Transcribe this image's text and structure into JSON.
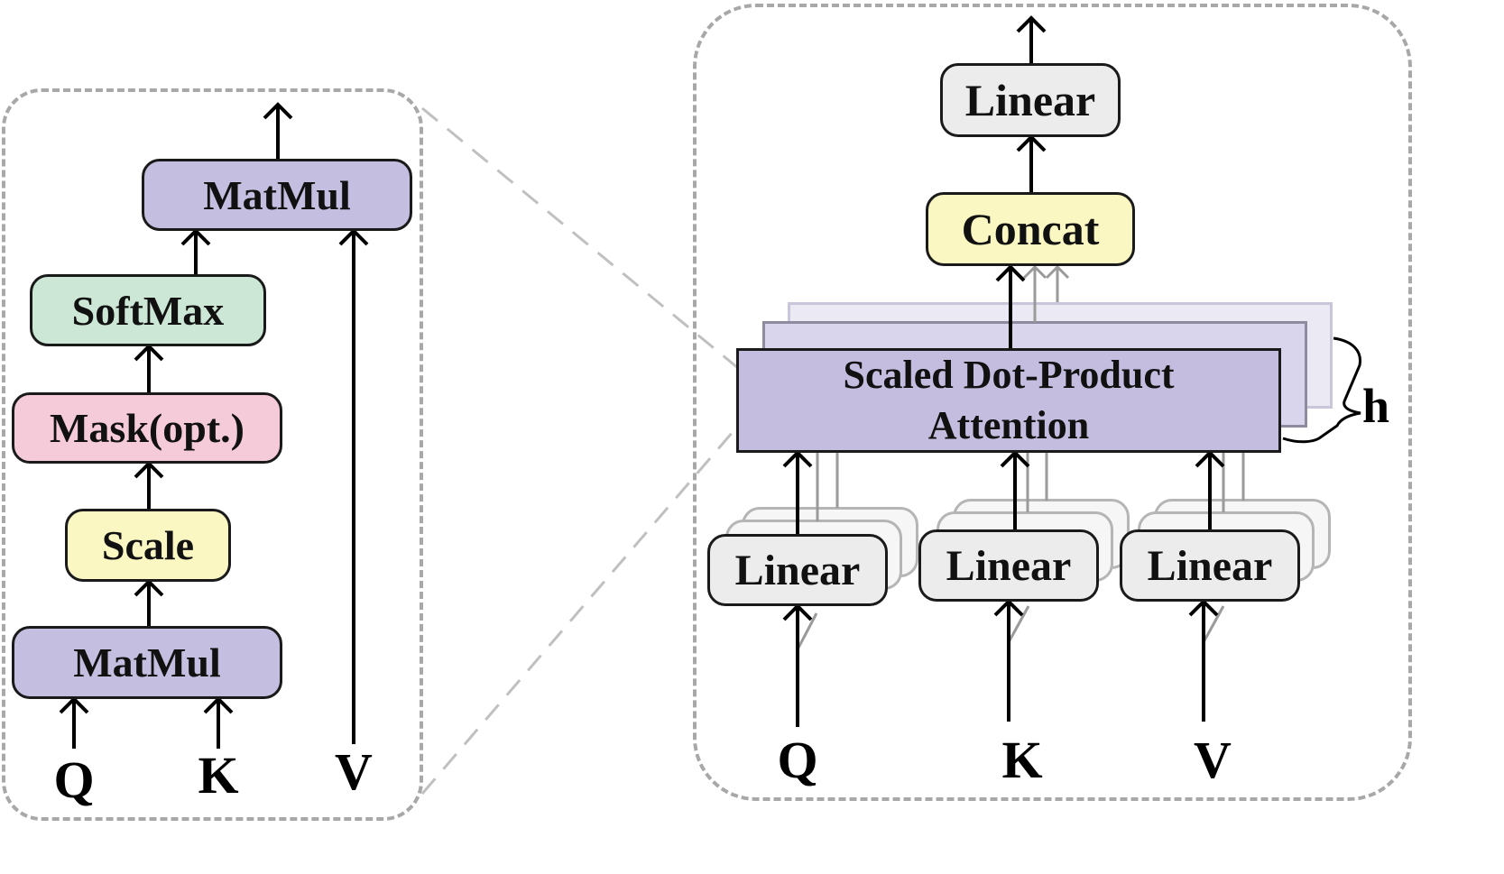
{
  "left_panel": {
    "blocks": {
      "matmul_top": "MatMul",
      "softmax": "SoftMax",
      "mask": "Mask(opt.)",
      "scale": "Scale",
      "matmul_bottom": "MatMul"
    },
    "inputs": {
      "q": "Q",
      "k": "K",
      "v": "V"
    }
  },
  "right_panel": {
    "linear_out": "Linear",
    "concat": "Concat",
    "attention": "Scaled Dot-Product\nAttention",
    "heads_label": "h",
    "linear_q": "Linear",
    "linear_k": "Linear",
    "linear_v": "Linear",
    "inputs": {
      "q": "Q",
      "k": "K",
      "v": "V"
    }
  },
  "colors": {
    "matmul": "#c4bfe0",
    "softmax": "#cde7d6",
    "mask": "#f5cbd9",
    "scale": "#fbf7c2",
    "concat": "#fbf7c2",
    "linear": "#ececec",
    "attention": "#c4bde0",
    "frame": "#a8a8a8"
  }
}
